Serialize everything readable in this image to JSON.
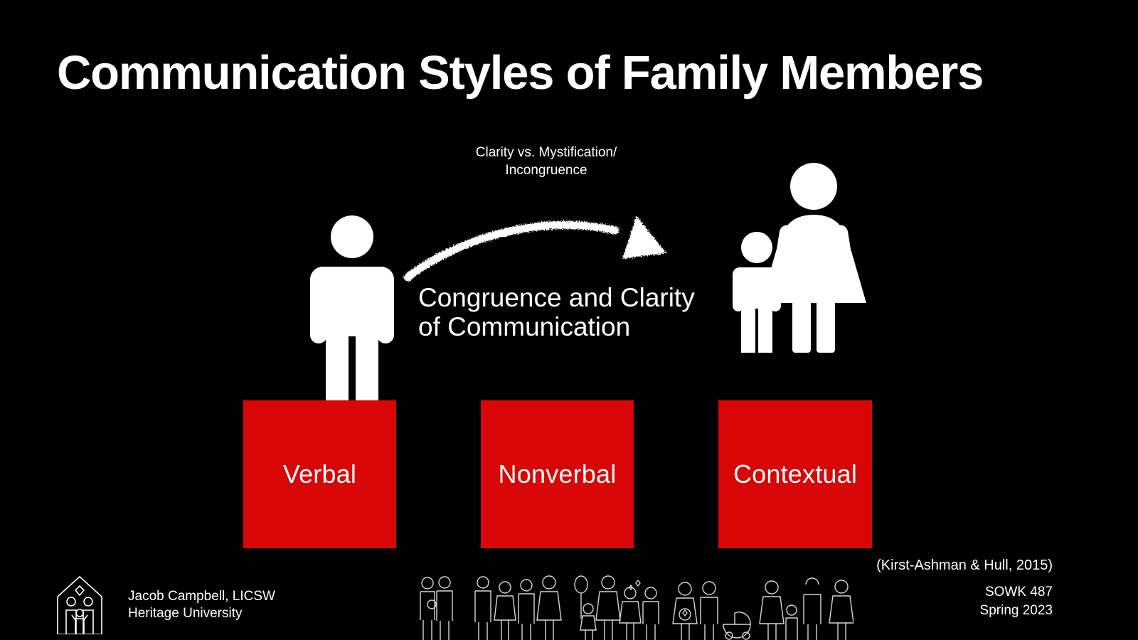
{
  "slide": {
    "background_color": "#000000",
    "accent_color": "#d80606",
    "text_color": "#ffffff",
    "title": "Communication Styles of Family Members"
  },
  "diagram": {
    "arrow_caption": "Clarity vs.\nMystification/\nIncongruence",
    "arrow_caption_lines": [
      "Clarity vs.",
      "Mystification/",
      "Incongruence"
    ],
    "center_label": "Congruence and Clarity\nof Communication",
    "center_label_lines": [
      "Congruence and Clarity",
      "of Communication"
    ],
    "arrow_icon": "curved-chalk-arrow-icon",
    "left_figure_icon": "man-pictogram-icon",
    "right_figure_icon": "woman-and-child-pictogram-icon"
  },
  "categories": [
    {
      "label": "Verbal"
    },
    {
      "label": "Nonverbal"
    },
    {
      "label": "Contextual"
    }
  ],
  "citation": "(Kirst-Ashman & Hull, 2015)",
  "footer": {
    "logo_icon": "house-family-logo-icon",
    "presenter": "Jacob Campbell, LICSW\nHeritage University",
    "presenter_lines": [
      "Jacob Campbell, LICSW",
      "Heritage University"
    ],
    "course": "SOWK 487\nSpring 2023",
    "course_lines": [
      "SOWK 487",
      "Spring 2023"
    ],
    "decoration_icon": "family-figures-line-art-icon"
  }
}
